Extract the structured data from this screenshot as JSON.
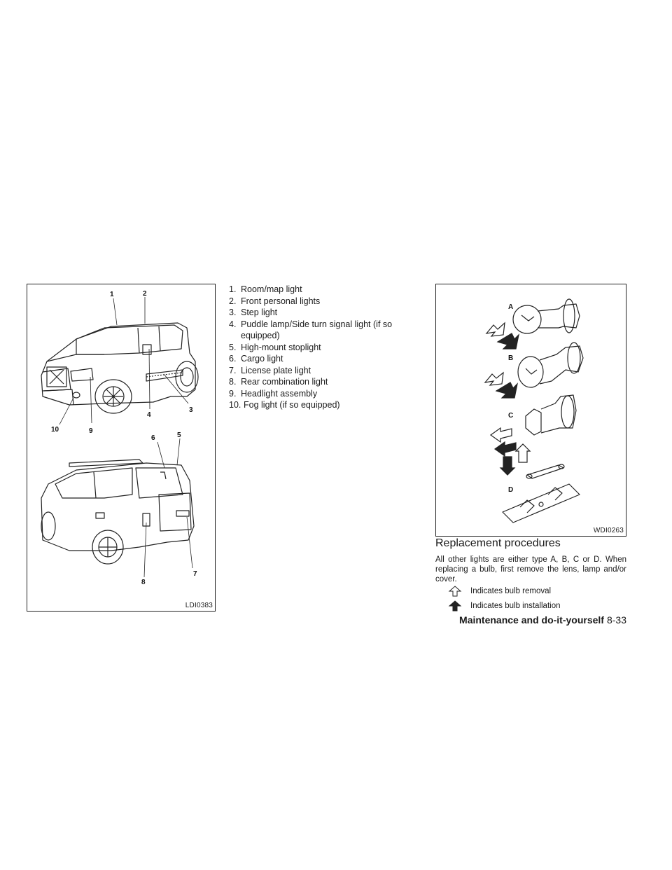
{
  "figure_left": {
    "code": "LDI0383",
    "callouts": [
      "1",
      "2",
      "3",
      "4",
      "5",
      "6",
      "7",
      "8",
      "9",
      "10"
    ]
  },
  "legend": [
    {
      "num": "1.",
      "text": "Room/map light"
    },
    {
      "num": "2.",
      "text": "Front personal lights"
    },
    {
      "num": "3.",
      "text": "Step light"
    },
    {
      "num": "4.",
      "text": "Puddle lamp/Side turn signal light (if so equipped)"
    },
    {
      "num": "5.",
      "text": "High-mount stoplight"
    },
    {
      "num": "6.",
      "text": "Cargo light"
    },
    {
      "num": "7.",
      "text": "License plate light"
    },
    {
      "num": "8.",
      "text": "Rear combination light"
    },
    {
      "num": "9.",
      "text": "Headlight assembly"
    },
    {
      "num": "10.",
      "text": "Fog light (if so equipped)"
    }
  ],
  "figure_right": {
    "code": "WDI0263",
    "letters": [
      "A",
      "B",
      "C",
      "D"
    ]
  },
  "section": {
    "heading": "Replacement procedures",
    "body": "All other lights are either type A, B, C or D. When replacing a bulb, first remove the lens, lamp and/or cover.",
    "removal": {
      "icon": "outline-arrow-icon",
      "text": "Indicates bulb removal"
    },
    "installation": {
      "icon": "solid-arrow-icon",
      "text": "Indicates bulb installation"
    }
  },
  "footer": {
    "section_title": "Maintenance and do-it-yourself",
    "page_number": "8-33"
  }
}
